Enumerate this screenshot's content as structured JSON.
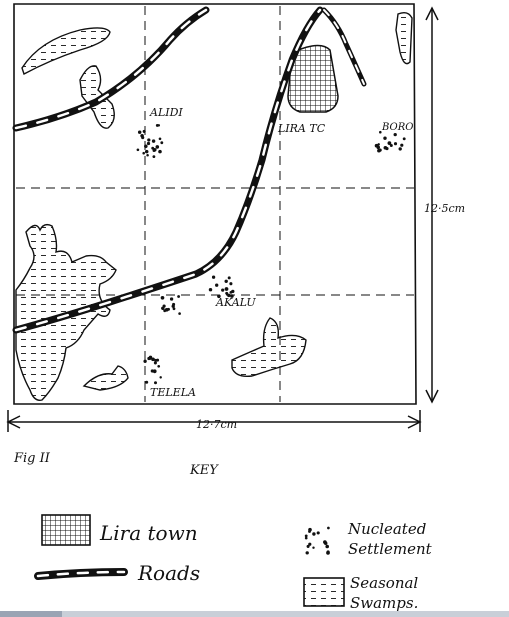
{
  "map": {
    "settlements": [
      "ALIDI",
      "LIRA TC",
      "BORO",
      "AKALU",
      "TELELA"
    ],
    "dimensions": {
      "width": "12·7cm",
      "height": "12·5cm"
    }
  },
  "figure_label": "Fig II",
  "key": {
    "title": "KEY",
    "items": [
      {
        "symbol": "grid",
        "label": "Lira town"
      },
      {
        "symbol": "road",
        "label": "Roads"
      },
      {
        "symbol": "dots",
        "label": "Nucleated Settlement"
      },
      {
        "symbol": "swamp",
        "label": "Seasonal Swamps."
      }
    ]
  }
}
